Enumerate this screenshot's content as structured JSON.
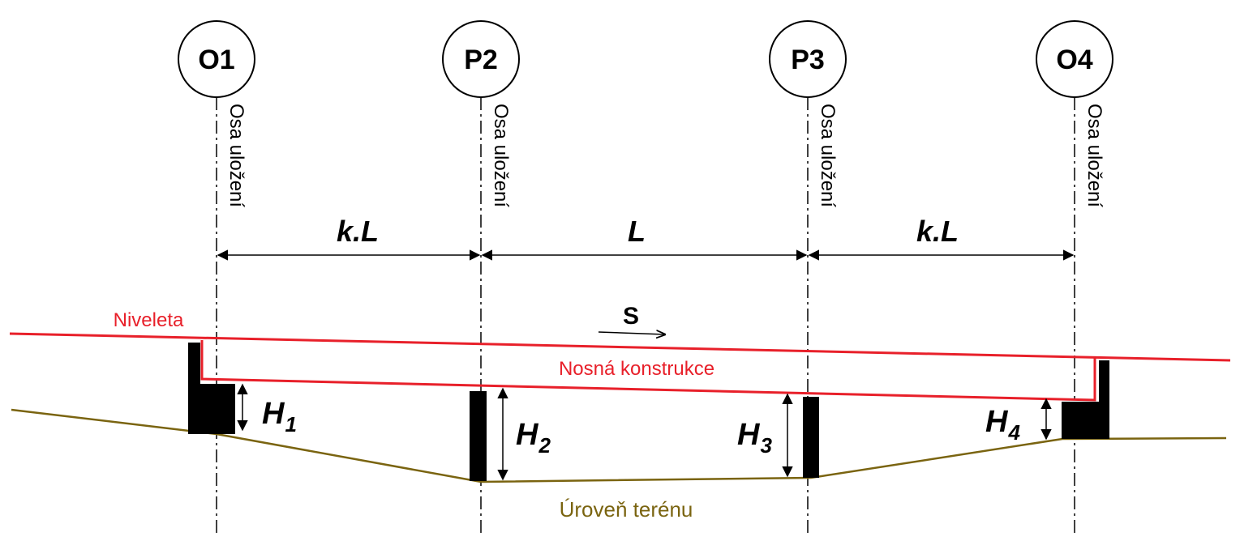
{
  "supports": [
    {
      "id": "O1",
      "axis_label": "Osa uložení"
    },
    {
      "id": "P2",
      "axis_label": "Osa uložení"
    },
    {
      "id": "P3",
      "axis_label": "Osa uložení"
    },
    {
      "id": "O4",
      "axis_label": "Osa uložení"
    }
  ],
  "spans": [
    {
      "label": "k.L"
    },
    {
      "label": "L"
    },
    {
      "label": "k.L"
    }
  ],
  "heights": [
    {
      "base": "H",
      "sub": "1"
    },
    {
      "base": "H",
      "sub": "2"
    },
    {
      "base": "H",
      "sub": "3"
    },
    {
      "base": "H",
      "sub": "4"
    }
  ],
  "labels": {
    "niveleta": "Niveleta",
    "nosna_konstrukce": "Nosná konstrukce",
    "uroven_terenu": "Úroveň terénu",
    "direction": "S"
  },
  "colors": {
    "niveleta": "#e8202a",
    "nosna": "#e8202a",
    "terrain": "#7a6410",
    "ink": "#000000"
  }
}
